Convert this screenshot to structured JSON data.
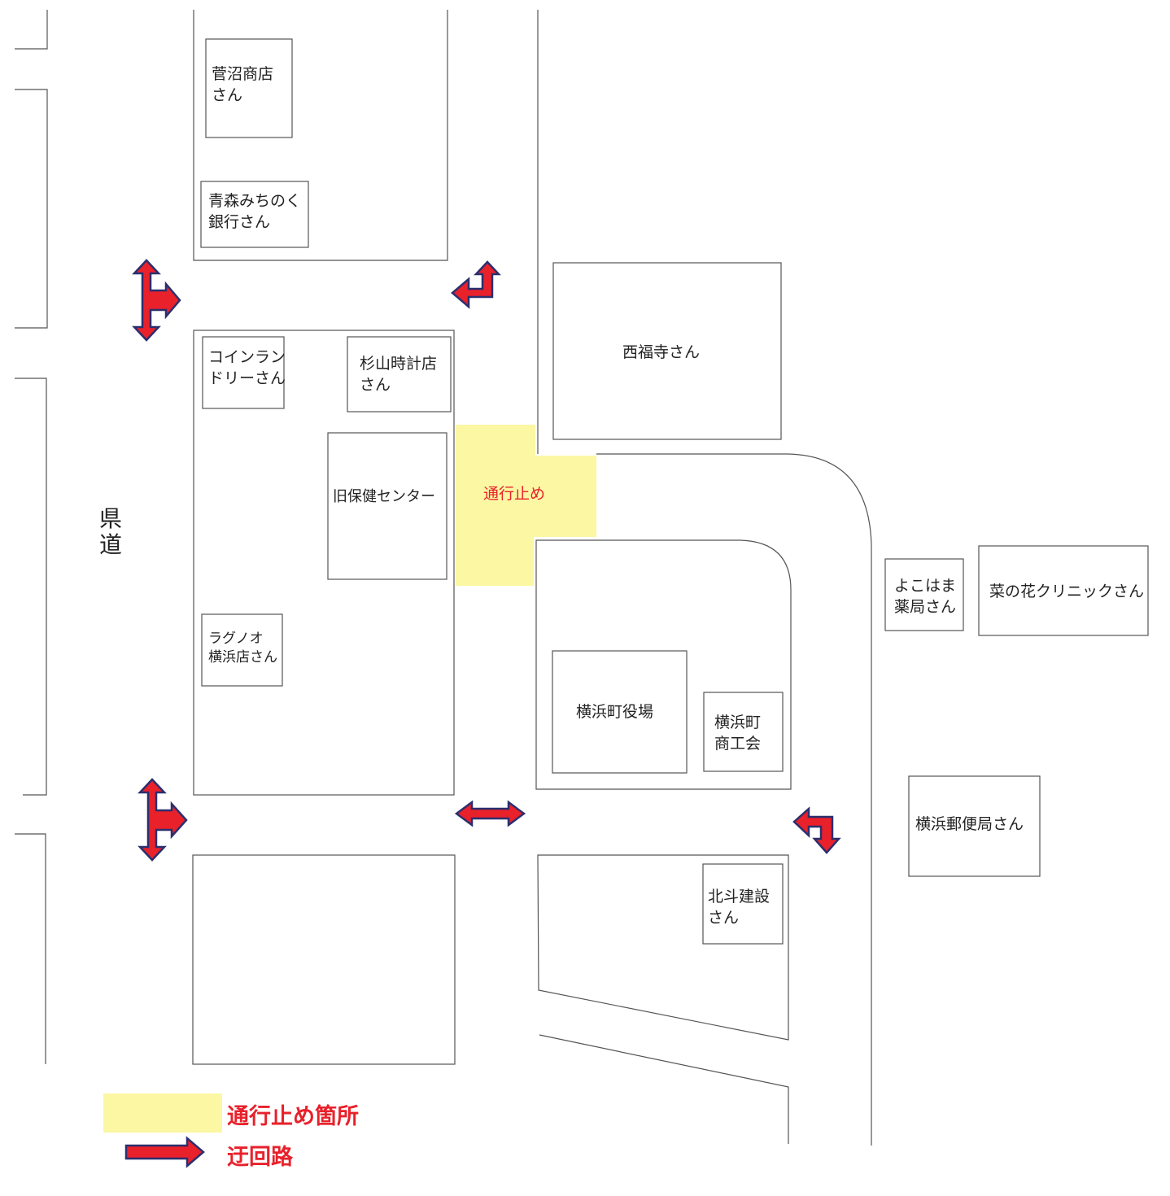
{
  "map": {
    "road_name": [
      "県",
      "道"
    ],
    "closure_label": "通行止め",
    "buildings": {
      "suganuma": [
        "菅沼商店",
        "さん"
      ],
      "aomori_bank": [
        "青森みちのく",
        "銀行さん"
      ],
      "coin_laundry": [
        "コインラン",
        "ドリーさん"
      ],
      "sugiyama": [
        "杉山時計店",
        "さん"
      ],
      "saifukuji": [
        "西福寺さん"
      ],
      "old_health_center": [
        "旧保健センター"
      ],
      "ragunooto": [
        "ラグノオ",
        "横浜店さん"
      ],
      "yokohama_pharmacy": [
        "よこはま",
        "薬局さん"
      ],
      "nanohana_clinic": [
        "菜の花クリニックさん"
      ],
      "town_office": [
        "横浜町役場"
      ],
      "commerce_assoc": [
        "横浜町",
        "商工会"
      ],
      "post_office": [
        "横浜郵便局さん"
      ],
      "hokuto": [
        "北斗建設",
        "さん"
      ]
    }
  },
  "legend": {
    "closure": "通行止め箇所",
    "detour": "迂回路"
  },
  "colors": {
    "closure_fill": "#fbf7a3",
    "arrow_fill": "#e8212b",
    "arrow_stroke": "#2b2f6e",
    "label_red": "#e8212b",
    "line": "#555555"
  }
}
